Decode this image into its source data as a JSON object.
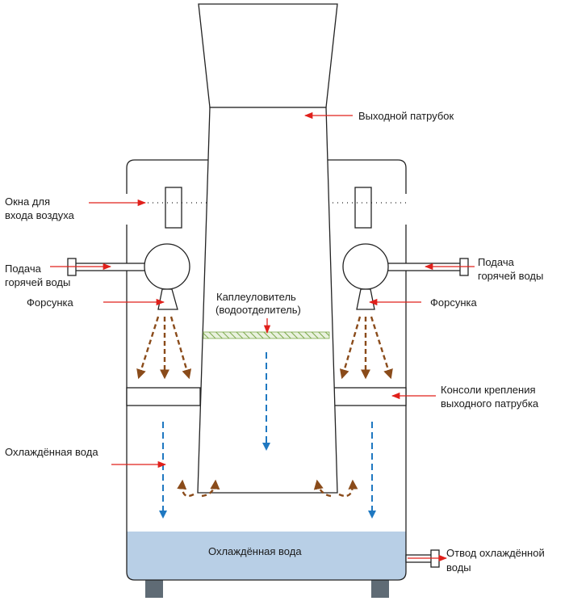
{
  "labels": {
    "outlet_pipe": "Выходной патрубок",
    "air_windows_line1": "Окна для",
    "air_windows_line2": "входа воздуха",
    "hot_water_left_line1": "Подача",
    "hot_water_left_line2": "горячей воды",
    "hot_water_right_line1": "Подача",
    "hot_water_right_line2": "горячей воды",
    "nozzle_left": "Форсунка",
    "nozzle_right": "Форсунка",
    "droplet_line1": "Каплеуловитель",
    "droplet_line2": "(водоотделитель)",
    "brackets_line1": "Консоли крепления",
    "brackets_line2": "выходного патрубка",
    "cooled_water_left": "Охлаждённая вода",
    "water_pool": "Охлаждённая вода",
    "drain_line1": "Отвод охлаждённой",
    "drain_line2": "воды"
  },
  "colors": {
    "pointer_arrow": "#e0201b",
    "spray_arrow": "#8a4b1a",
    "water_flow_arrow": "#1f78c1",
    "water_fill": "#b8cfe6",
    "droplet_separator": "#7ba84a",
    "legs": "#5f6b75"
  }
}
